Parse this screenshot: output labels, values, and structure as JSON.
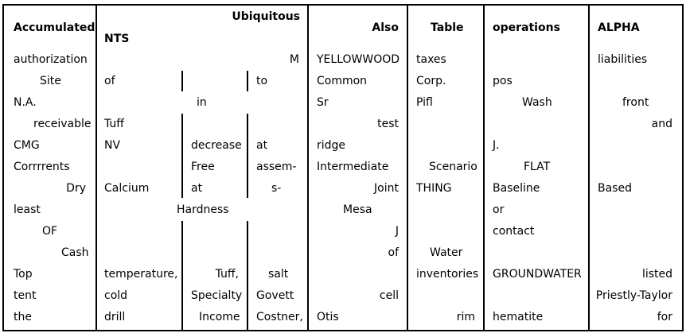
{
  "headers": {
    "accumulated": "Accumulated",
    "nts": "NTS",
    "ubiquitous": "Ubiquitous",
    "also": "Also",
    "table": "Table",
    "operations": "operations",
    "alpha": "ALPHA"
  },
  "rows": [
    [
      "authorization",
      "",
      "",
      "",
      "M",
      "YELLOWWOOD",
      "taxes",
      "",
      "liabilities"
    ],
    [
      "Site",
      "of",
      "",
      "to",
      "",
      "Common",
      "Corp.",
      "pos",
      ""
    ],
    [
      "N.A.",
      "",
      "in",
      "",
      "",
      "Sr",
      "Pifl",
      "Wash",
      "front"
    ],
    [
      "receivable",
      "Tuff",
      "",
      "",
      "",
      "test",
      "",
      "",
      "and"
    ],
    [
      "CMG",
      "NV",
      "decrease",
      "at",
      "",
      "ridge",
      "",
      "J.",
      ""
    ],
    [
      "Corrrrents",
      "",
      "Free",
      "assem-",
      "",
      "Intermediate",
      "Scenario",
      "FLAT",
      ""
    ],
    [
      "Dry",
      "Calcium",
      "at",
      "s-",
      "",
      "Joint",
      "THING",
      "Baseline",
      "Based"
    ],
    [
      "least",
      "",
      "Hardness",
      "",
      "",
      "Mesa",
      "",
      "or",
      ""
    ],
    [
      "OF",
      "",
      "",
      "",
      "",
      "J",
      "",
      "contact",
      ""
    ],
    [
      "Cash",
      "",
      "",
      "",
      "",
      "of",
      "Water",
      "",
      ""
    ],
    [
      "Top",
      "temperature,",
      "Tuff,",
      "salt",
      "",
      "",
      "inventories",
      "GROUNDWATER",
      "listed"
    ],
    [
      "tent",
      "cold",
      "Specialty",
      "Govett",
      "",
      "cell",
      "",
      "",
      "Priestly-Taylor"
    ],
    [
      "the",
      "drill",
      "Income",
      "Costner,",
      "",
      "Otis",
      "rim",
      "hematite",
      "for"
    ]
  ]
}
